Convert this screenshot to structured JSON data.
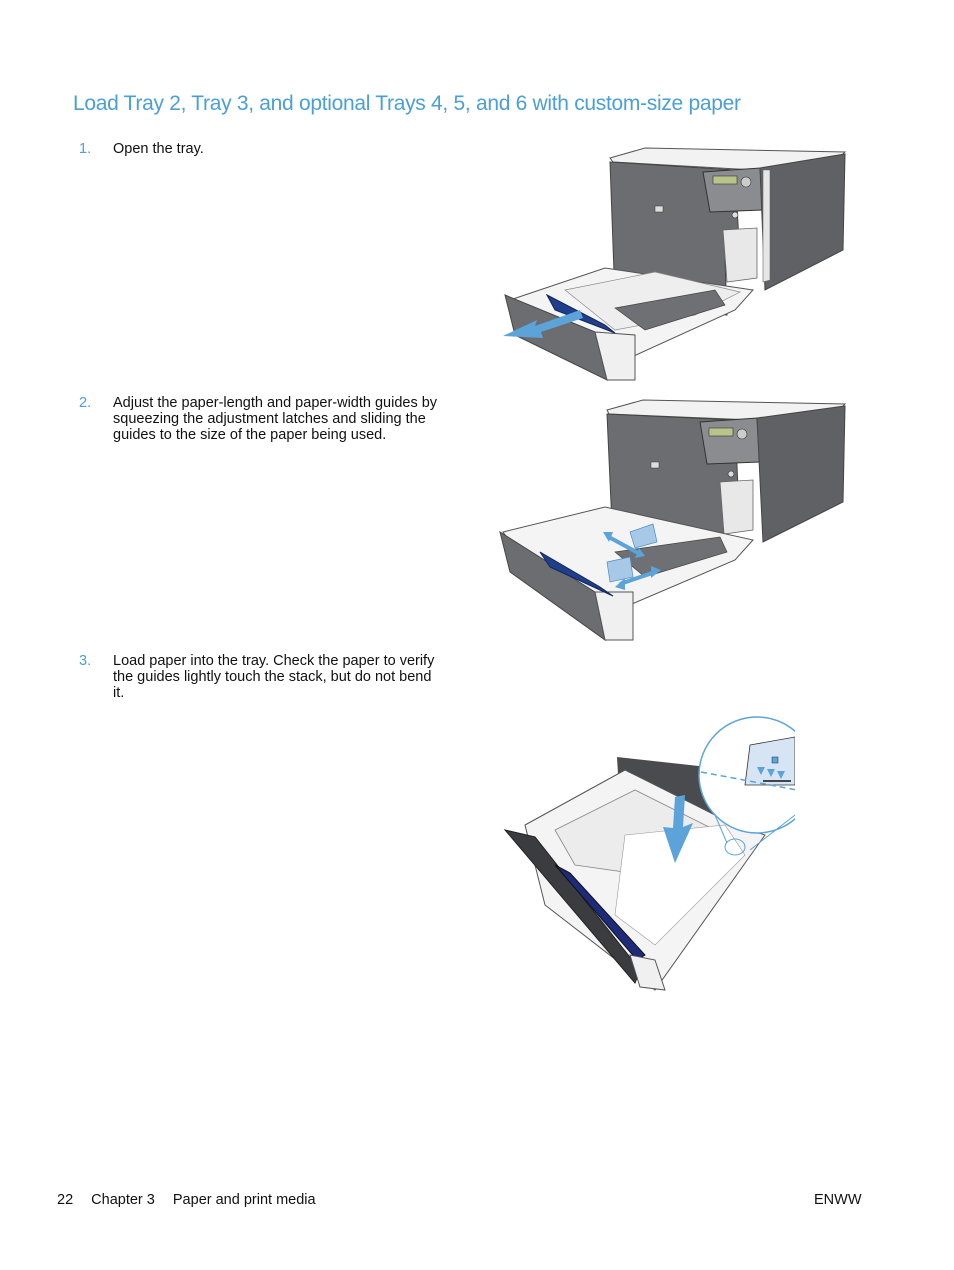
{
  "page": {
    "title": "Load Tray 2, Tray 3, and optional Trays 4, 5, and 6 with custom-size paper",
    "accent_color": "#4a9fd6",
    "steps": [
      {
        "number": "1.",
        "text": "Open the tray.",
        "figure": "Printer with tray pulled open, arrow pointing out"
      },
      {
        "number": "2.",
        "text": "Adjust the paper-length and paper-width guides by squeezing the adjustment latches and sliding the guides to the size of the paper being used.",
        "figure": "Printer tray open with blue double arrows on length and width guides"
      },
      {
        "number": "3.",
        "text": "Load paper into the tray. Check the paper to verify the guides lightly touch the stack, but do not bend it.",
        "figure": "Tray with paper being loaded, down arrow, magnified callout of stack-height marks"
      }
    ],
    "footer": {
      "page_number": "22",
      "chapter": "Chapter 3",
      "section": "Paper and print media",
      "right": "ENWW"
    }
  }
}
